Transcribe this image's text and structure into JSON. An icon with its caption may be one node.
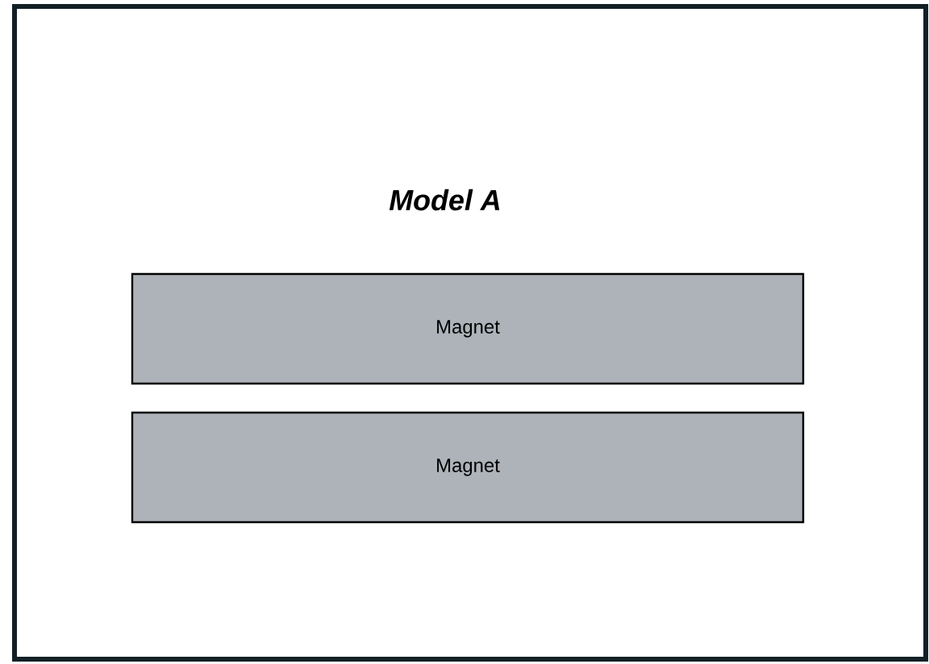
{
  "diagram": {
    "nodes": [
      {
        "text": [
          "Model A"
        ]
      },
      {
        "text": [
          "Magnet"
        ],
        "in": 0
      },
      {
        "text": [
          "Magnet"
        ],
        "in": 0
      }
    ]
  }
}
